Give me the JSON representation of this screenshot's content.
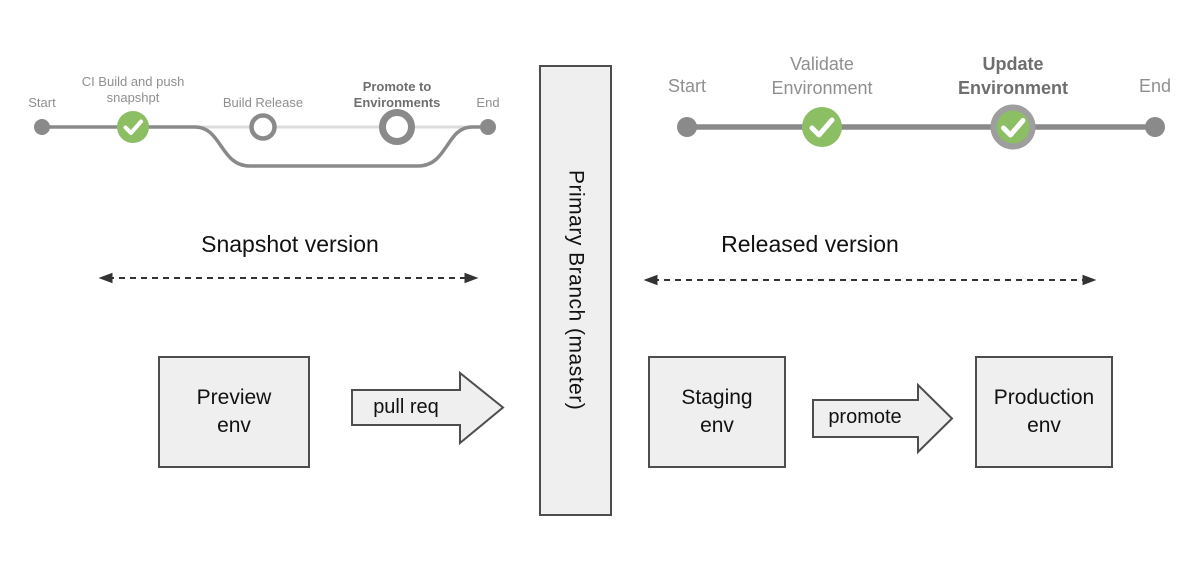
{
  "diagram_title_implicit": "CI/CD branch promotion flow",
  "colors": {
    "node_green": "#8cbf63",
    "pipeline_dark_gray": "#8a8a8a",
    "pipeline_light_gray": "#dcdcdc",
    "ring_gray": "#9e9e9e",
    "label_gray": "#8f8f8f",
    "label_bold_gray": "#6e6e6e",
    "box_fill": "#efefef",
    "box_border": "#4d4d4d",
    "dashed_arrow": "#333333",
    "text_dark": "#111111"
  },
  "left_pipeline": {
    "start_label": "Start",
    "build_label": "CI Build and push\nsnapshpt",
    "build_status": "success-check",
    "release_label": "Build Release",
    "release_status": "pending-circle",
    "promote_label": "Promote to\nEnvironments",
    "promote_status": "current-ring",
    "end_label": "End",
    "section_title": "Snapshot version"
  },
  "right_pipeline": {
    "start_label": "Start",
    "validate_label": "Validate\nEnvironment",
    "validate_status": "success-check",
    "update_label": "Update\nEnvironment",
    "update_status": "success-check-ring",
    "end_label": "End",
    "section_title": "Released version"
  },
  "branch_box": {
    "label": "Primary Branch (master)"
  },
  "env_boxes": {
    "preview": "Preview\nenv",
    "staging": "Staging\nenv",
    "production": "Production\nenv"
  },
  "flow_arrows": {
    "pull_request": "pull req",
    "promote": "promote"
  }
}
